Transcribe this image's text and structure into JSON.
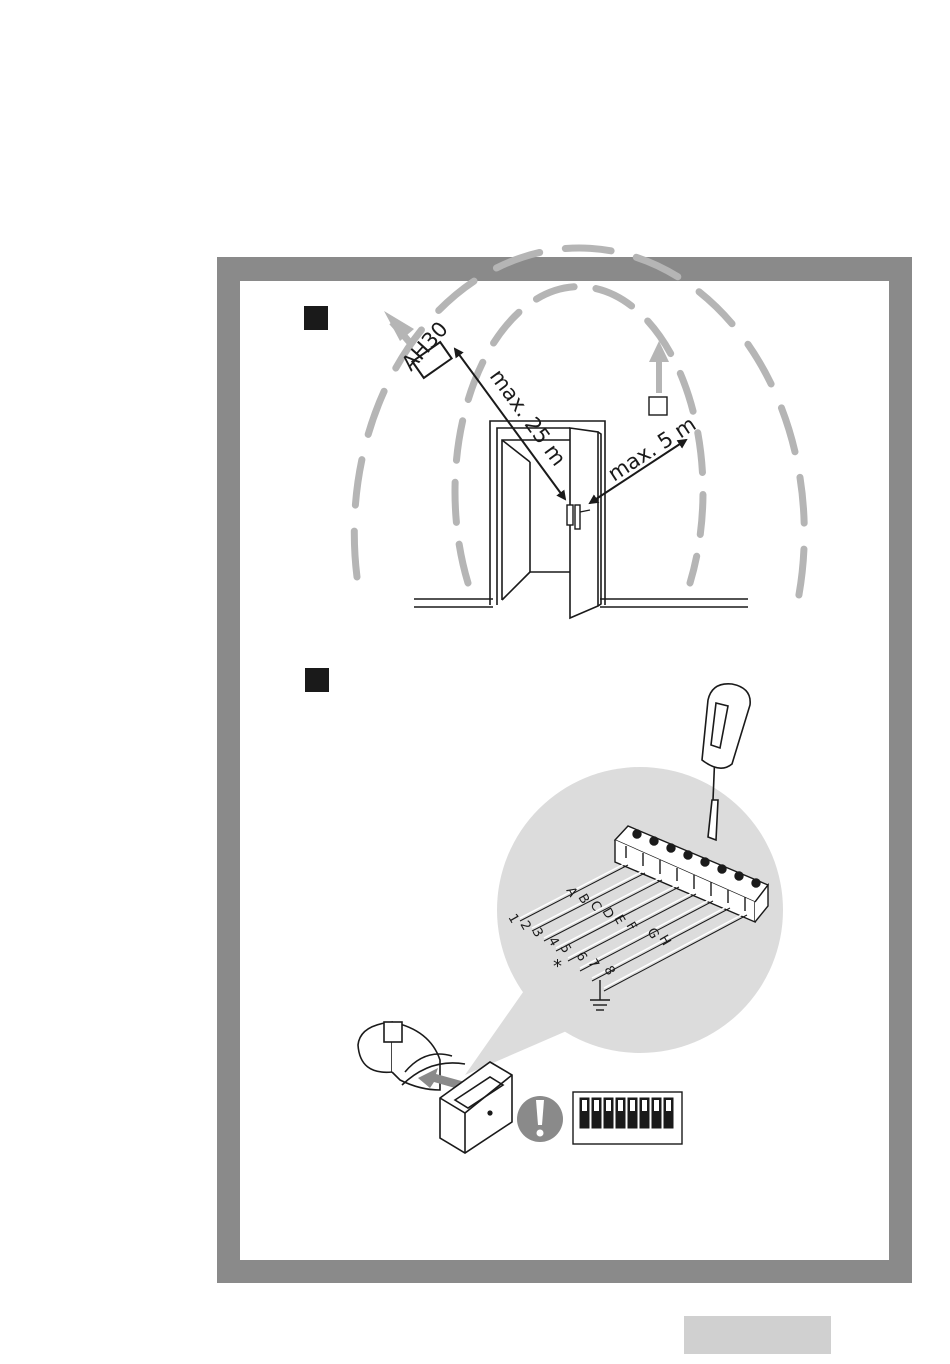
{
  "diagram1": {
    "device_label": "AH30",
    "distance_far": "max. 25 m",
    "distance_near": "max. 5 m"
  },
  "diagram2": {
    "terminal_letters": [
      "A",
      "B",
      "C",
      "D",
      "E",
      "F",
      "G",
      "H"
    ],
    "terminal_numbers": [
      "1",
      "2",
      "3",
      "4",
      "5",
      "6",
      "7",
      "8"
    ],
    "marker_symbol": "*"
  },
  "colors": {
    "frame": "#8a8a8a",
    "ink": "#1a1a1a",
    "circle": "#dcdcdc",
    "tab": "#d0d0d0"
  }
}
